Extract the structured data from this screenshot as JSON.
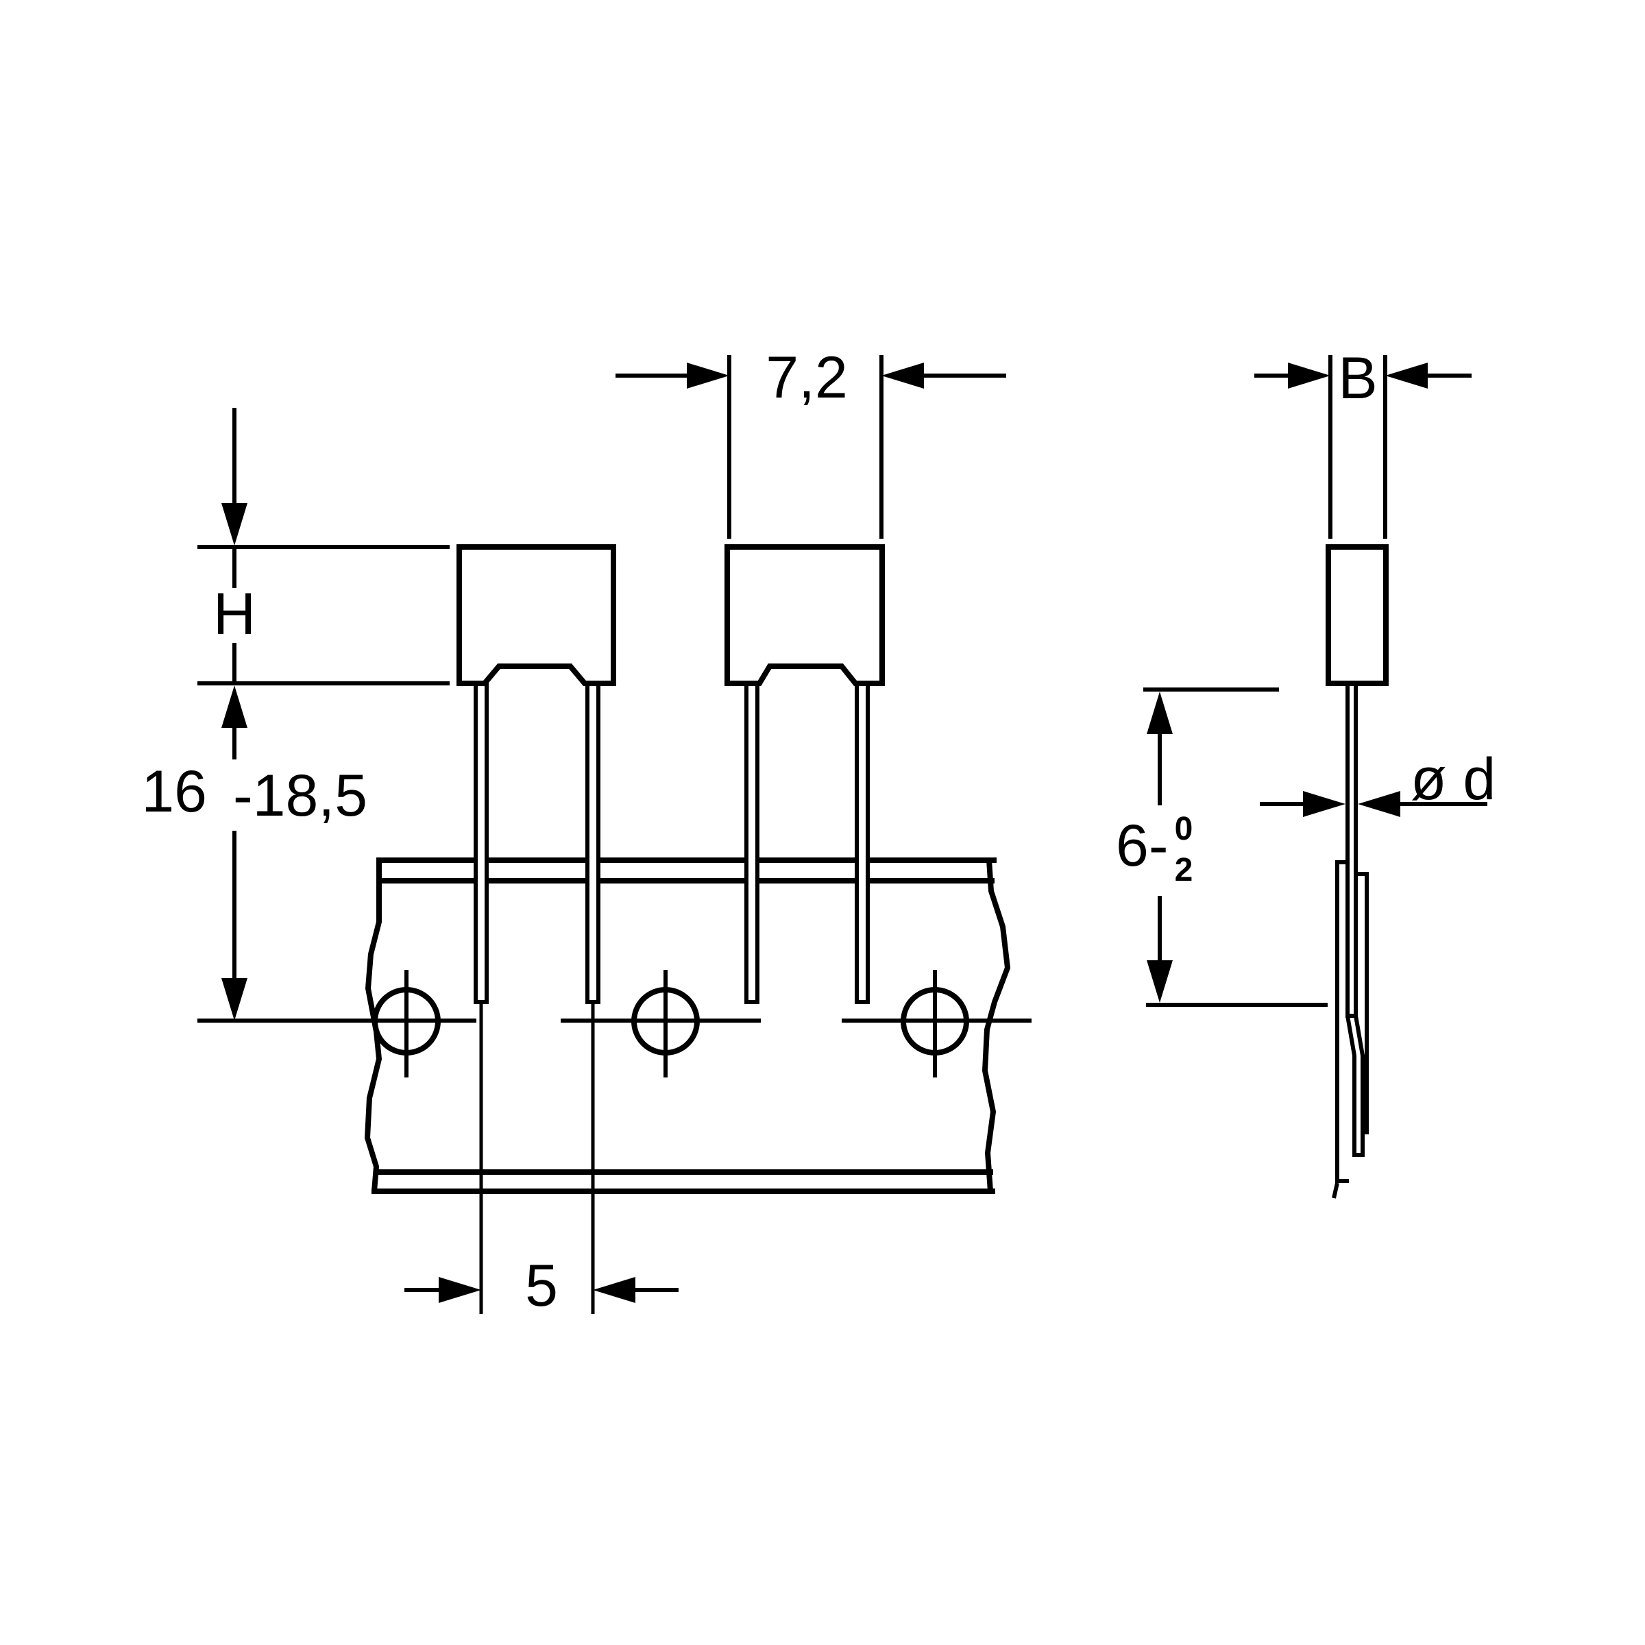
{
  "drawing": {
    "type": "technical-dimension-drawing",
    "subject": "radial boxed capacitors taped on sprocket carrier tape, front view and side view",
    "colors": {
      "ink": "#000000",
      "paper": "#ffffff"
    }
  },
  "labels": {
    "body_width": "7,2",
    "body_height": "H",
    "lead_length_min": "16",
    "lead_length_max": "-18,5",
    "lead_pitch": "5",
    "body_thickness": "B",
    "wire_diameter": "ø d",
    "hole_offset_value": "6-",
    "hole_offset_tol_upper": "0",
    "hole_offset_tol_lower": "2"
  }
}
